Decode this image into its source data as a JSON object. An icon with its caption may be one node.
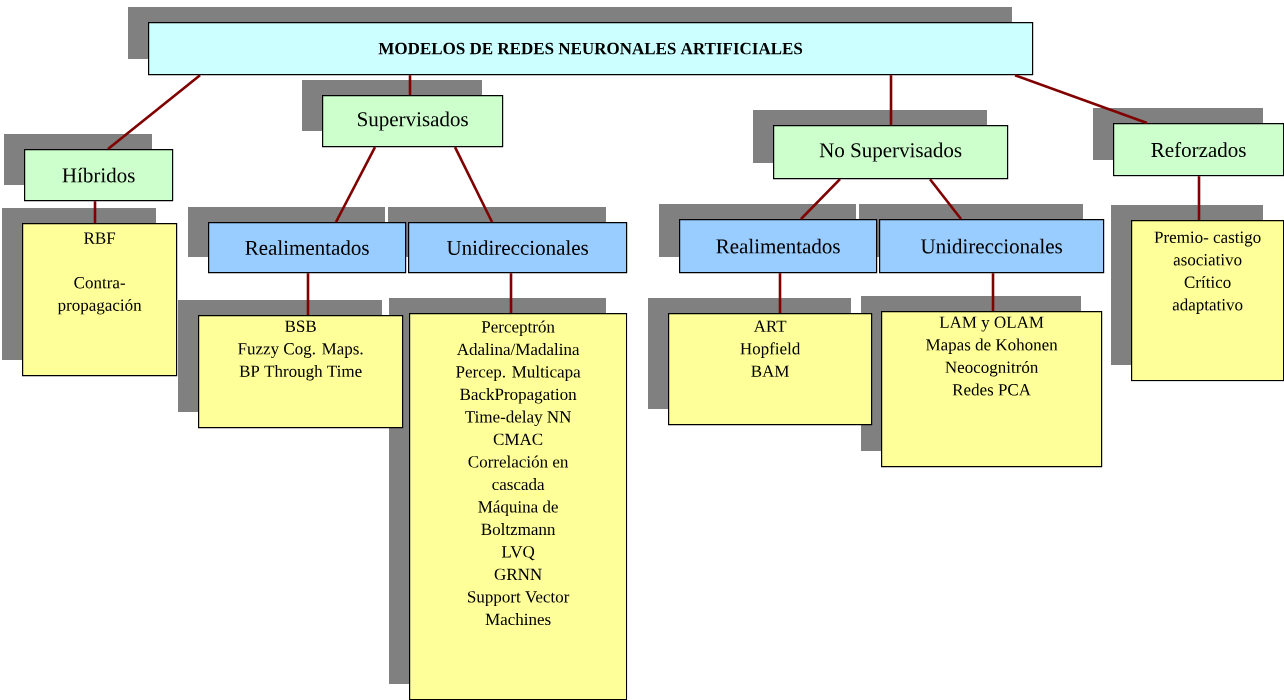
{
  "diagram": {
    "nodes": [
      {
        "text": [
          "MODELOS DE REDES NEURONALES ARTIFICIALES"
        ]
      },
      {
        "text": [
          "Híbridos"
        ]
      },
      {
        "text": [
          "Supervisados"
        ]
      },
      {
        "text": [
          "No Supervisados"
        ]
      },
      {
        "text": [
          "Reforzados"
        ]
      },
      {
        "text": [
          "Realimentados"
        ]
      },
      {
        "text": [
          "Unidireccionales"
        ]
      },
      {
        "text": [
          "Realimentados"
        ]
      },
      {
        "text": [
          "Unidireccionales"
        ]
      },
      {
        "text": [
          "RBF",
          "Contra- propagación"
        ]
      },
      {
        "text": [
          "BSB",
          "Fuzzy Cog. Maps.",
          "BP Through Time"
        ]
      },
      {
        "text": [
          "Perceptrón",
          "Adalina/Madalina",
          "Percep. Multicapa",
          "BackPropagation",
          "Time-delay NN",
          "CMAC",
          "Correlación en cascada",
          "Máquina de Boltzmann",
          "LVQ",
          "GRNN",
          "Support Vector Machines"
        ]
      },
      {
        "text": [
          "ART",
          "Hopfield",
          "BAM"
        ]
      },
      {
        "text": [
          "LAM y OLAM",
          "Mapas de Kohonen",
          "Neocognitrón",
          "Redes PCA"
        ]
      },
      {
        "text": [
          "Premio- castigo asociativo",
          "Crítico adaptativo"
        ]
      }
    ],
    "edges": [
      {
        "from": 0,
        "to": 1,
        "arrow": "none"
      },
      {
        "from": 0,
        "to": 2,
        "arrow": "none"
      },
      {
        "from": 0,
        "to": 3,
        "arrow": "none"
      },
      {
        "from": 0,
        "to": 4,
        "arrow": "none"
      },
      {
        "from": 1,
        "to": 9,
        "arrow": "none"
      },
      {
        "from": 2,
        "to": 5,
        "arrow": "none"
      },
      {
        "from": 2,
        "to": 6,
        "arrow": "none"
      },
      {
        "from": 3,
        "to": 7,
        "arrow": "none"
      },
      {
        "from": 3,
        "to": 8,
        "arrow": "none"
      },
      {
        "from": 4,
        "to": 14,
        "arrow": "none"
      },
      {
        "from": 5,
        "to": 10,
        "arrow": "none"
      },
      {
        "from": 6,
        "to": 11,
        "arrow": "none"
      },
      {
        "from": 7,
        "to": 12,
        "arrow": "none"
      },
      {
        "from": 8,
        "to": 13,
        "arrow": "none"
      }
    ]
  }
}
